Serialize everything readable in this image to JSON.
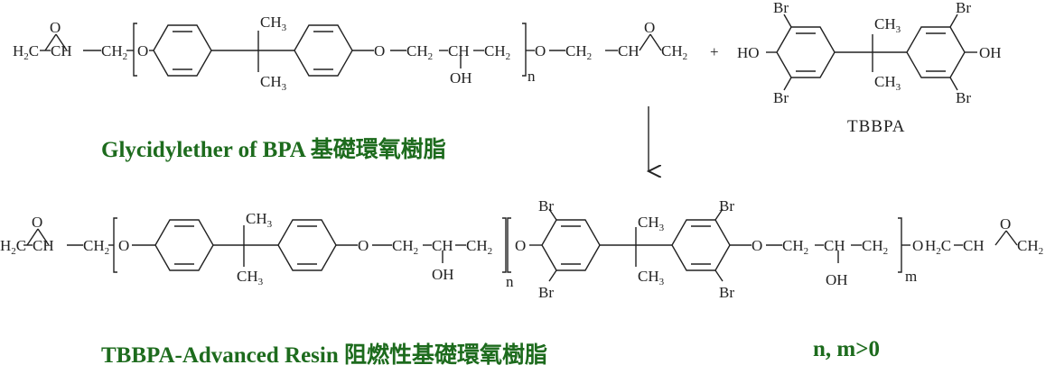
{
  "colors": {
    "label_green": "#1d6b1d",
    "ink": "#222222",
    "background": "#ffffff"
  },
  "labels": {
    "reactant_caption": "Glycidylether of BPA 基礎環氧樹脂",
    "tbbpa_caption": "TBBPA",
    "product_caption": "TBBPA-Advanced Resin   阻燃性基礎環氧樹脂",
    "condition": "n, m>0"
  },
  "atoms": {
    "h2c": "H",
    "h2c_sub": "2",
    "c": "C",
    "ch": "CH",
    "ch2": "CH",
    "ch2_sub": "2",
    "o": "O",
    "oh": "OH",
    "ho": "HO",
    "br": "Br",
    "ch3": "CH",
    "ch3_sub": "3",
    "n": "n",
    "m": "m",
    "plus": "+"
  }
}
